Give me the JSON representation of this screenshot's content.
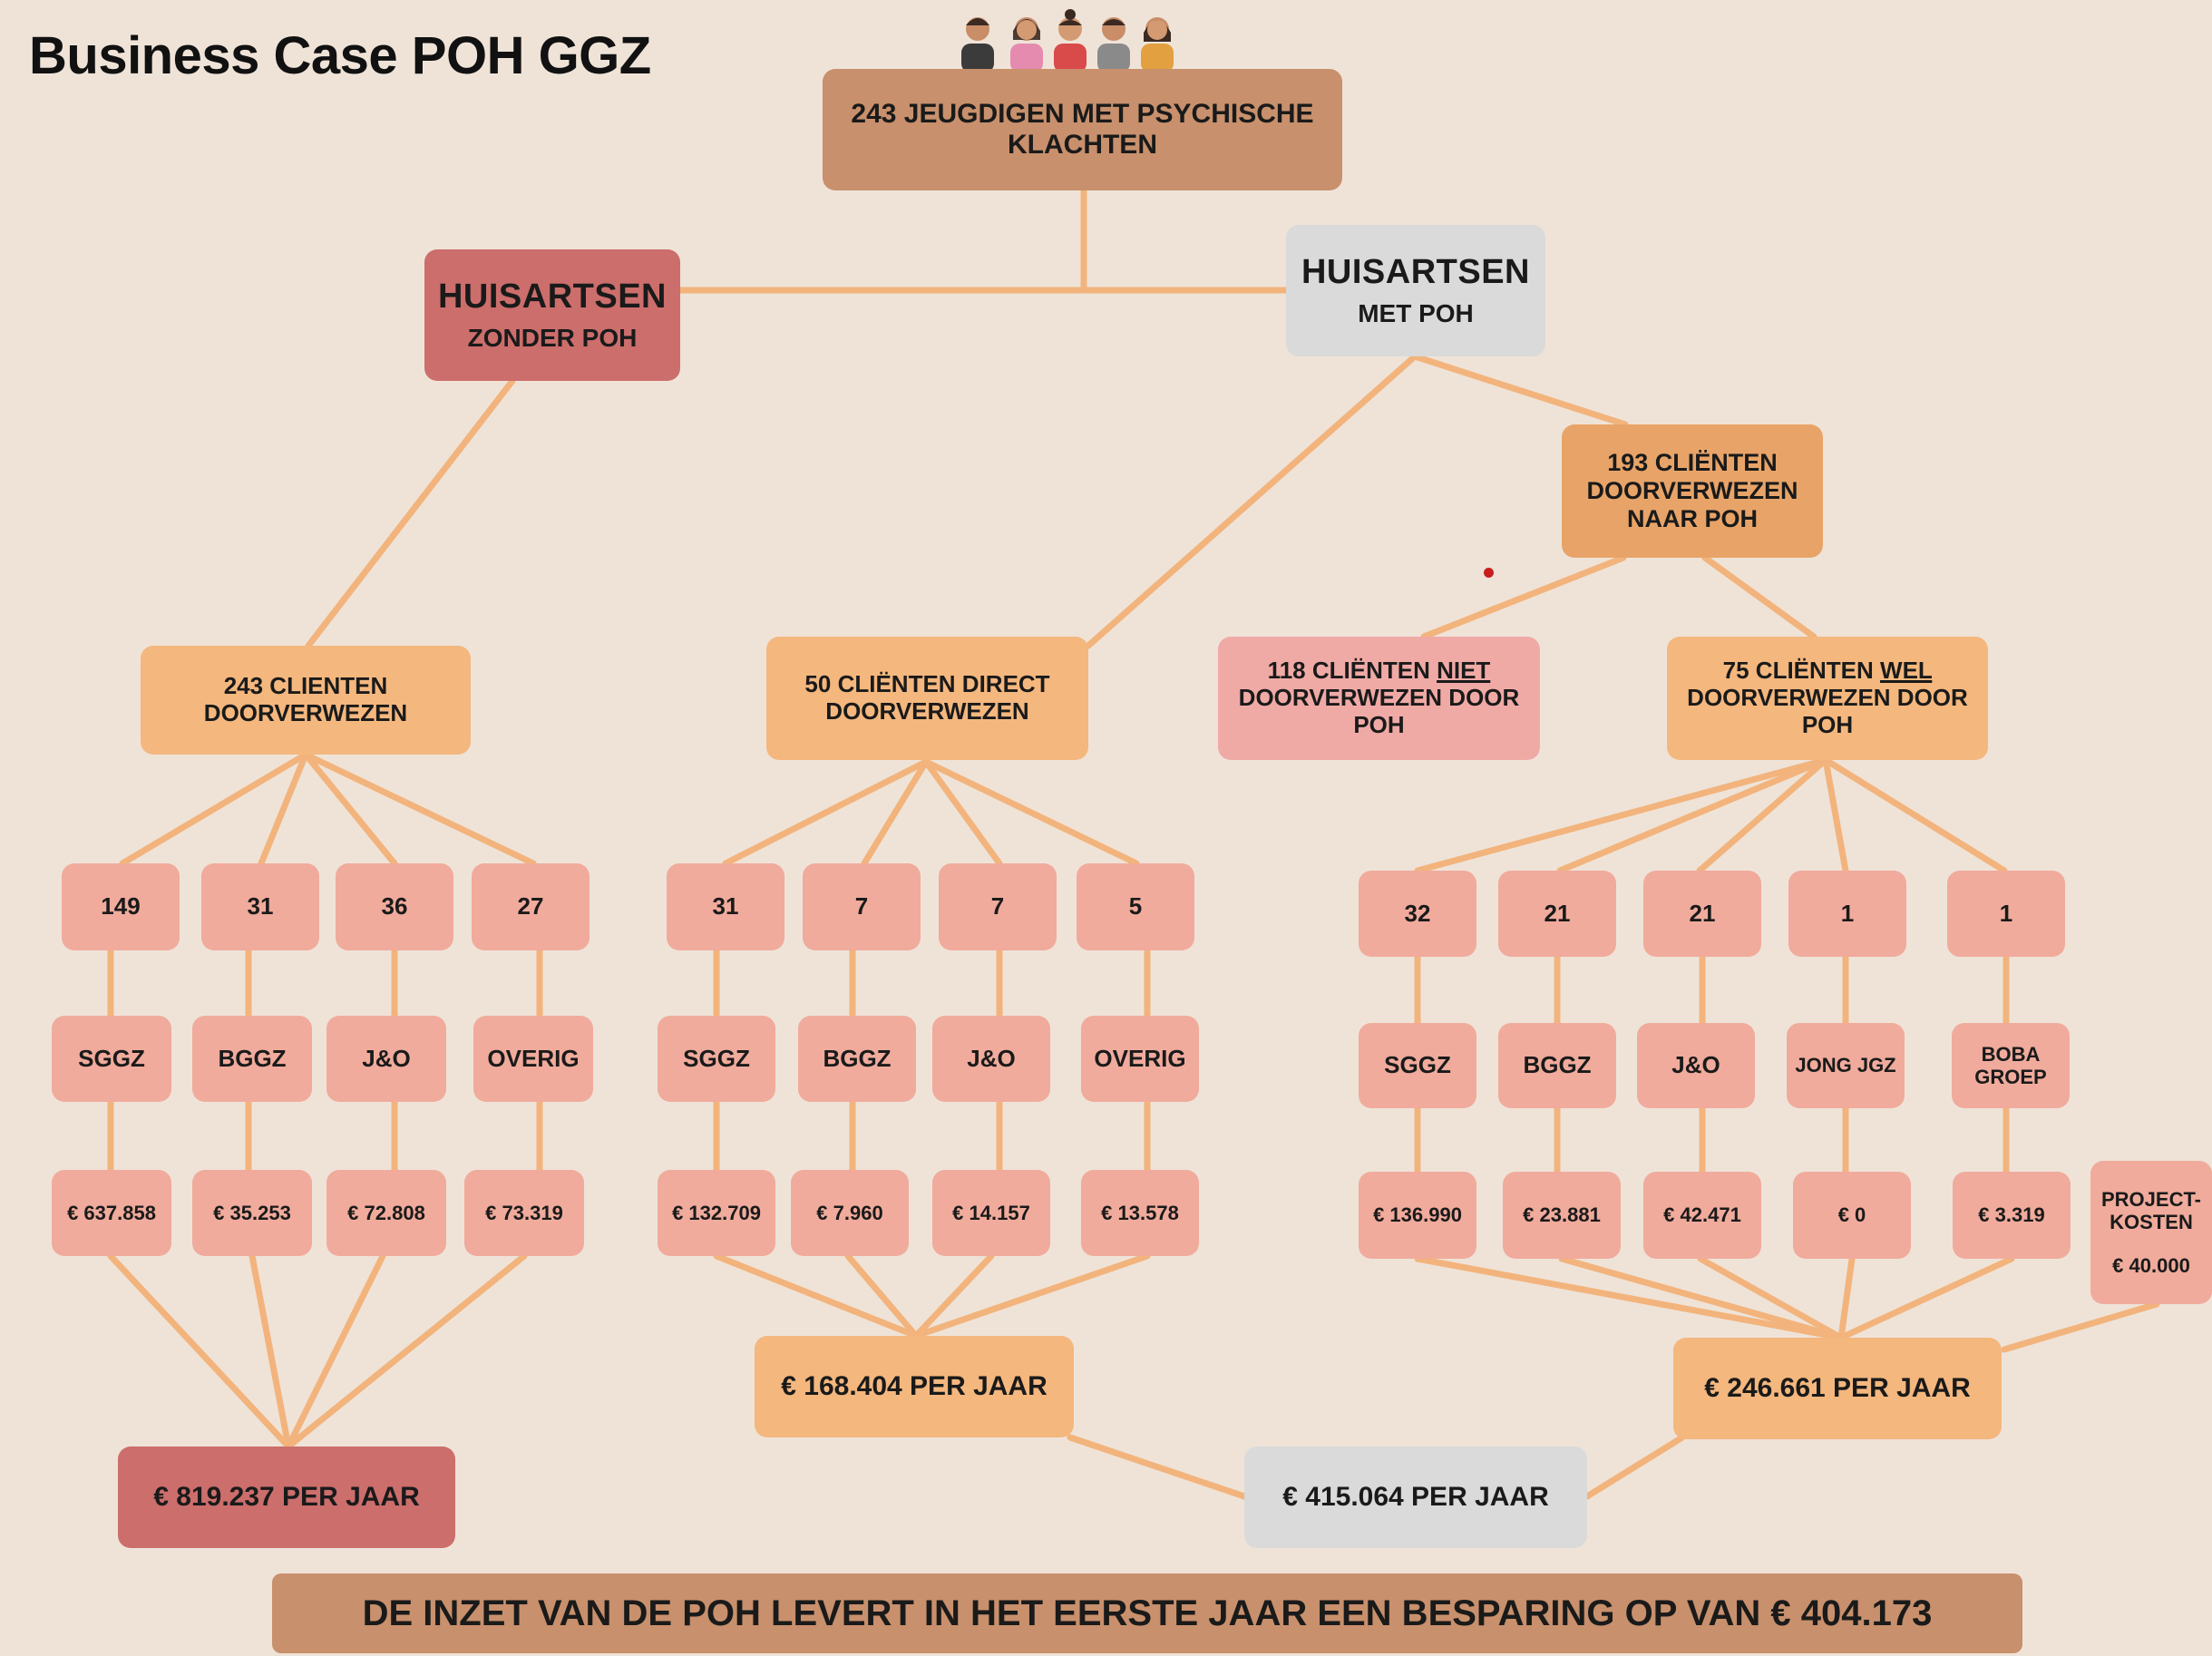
{
  "title": "Business Case POH GGZ",
  "top": "243 JEUGDIGEN MET PSYCHISCHE KLACHTEN",
  "zonder": {
    "title": "HUISARTSEN",
    "sub": "ZONDER POH"
  },
  "met": {
    "title": "HUISARTSEN",
    "sub": "MET POH"
  },
  "naar_poh": "193 CLIËNTEN DOORVERWEZEN NAAR POH",
  "left_ref": "243 CLIENTEN DOORVERWEZEN",
  "mid_ref": "50 CLIËNTEN DIRECT DOORVERWEZEN",
  "niet": {
    "pre": "118 CLIËNTEN ",
    "emph": "NIET",
    "post": " DOORVERWEZEN DOOR POH"
  },
  "wel": {
    "pre": "75 CLIËNTEN ",
    "emph": "WEL",
    "post": " DOORVERWEZEN DOOR POH"
  },
  "left_groups": [
    {
      "count": "149",
      "label": "SGGZ",
      "cost": "€ 637.858"
    },
    {
      "count": "31",
      "label": "BGGZ",
      "cost": "€ 35.253"
    },
    {
      "count": "36",
      "label": "J&O",
      "cost": "€ 72.808"
    },
    {
      "count": "27",
      "label": "OVERIG",
      "cost": "€ 73.319"
    }
  ],
  "mid_groups": [
    {
      "count": "31",
      "label": "SGGZ",
      "cost": "€ 132.709"
    },
    {
      "count": "7",
      "label": "BGGZ",
      "cost": "€ 7.960"
    },
    {
      "count": "7",
      "label": "J&O",
      "cost": "€ 14.157"
    },
    {
      "count": "5",
      "label": "OVERIG",
      "cost": "€ 13.578"
    }
  ],
  "right_groups": [
    {
      "count": "32",
      "label": "SGGZ",
      "cost": "€ 136.990"
    },
    {
      "count": "21",
      "label": "BGGZ",
      "cost": "€ 23.881"
    },
    {
      "count": "21",
      "label": "J&O",
      "cost": "€ 42.471"
    },
    {
      "count": "1",
      "label": "JONG JGZ",
      "cost": "€ 0"
    },
    {
      "count": "1",
      "label": "BOBA GROEP",
      "cost": "€ 3.319"
    }
  ],
  "project": {
    "label": "PROJECT-KOSTEN",
    "cost": "€ 40.000"
  },
  "total_left": "€ 819.237 PER JAAR",
  "total_mid": "€ 168.404 PER JAAR",
  "total_right": "€ 246.661 PER JAAR",
  "total_met": "€ 415.064 PER JAAR",
  "conclusion": "DE INZET VAN DE POH LEVERT IN HET EERSTE JAAR EEN BESPARING OP VAN € 404.173",
  "colors": {
    "line": "#f2b47c",
    "peach": "#f4b77e",
    "brown": "#c8906c",
    "red": "#cc6e6c",
    "pink": "#f0ab9c",
    "grey": "#dadada",
    "background": "#efe3d8"
  }
}
